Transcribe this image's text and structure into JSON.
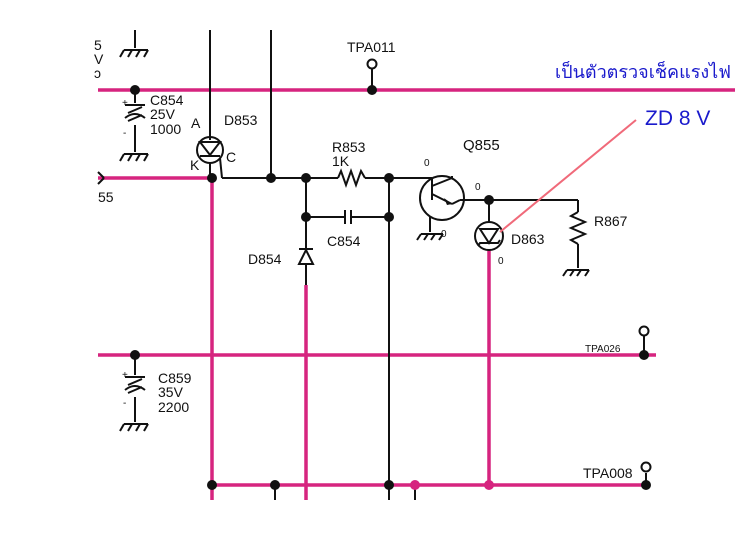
{
  "labels": {
    "tpa011": "TPA011",
    "tpa026": "TPA026",
    "tpa008": "TPA008",
    "thai_note": "เป็นตัวตรวจเช็คแรงไฟ",
    "zd_note": "ZD 8 V",
    "c854_name": "C854",
    "c854_volt": "25V",
    "c854_cap": "1000",
    "d853": "D853",
    "d853_a": "A",
    "d853_k": "K",
    "d853_c": "C",
    "r853_name": "R853",
    "r853_val": "1K",
    "q855": "Q855",
    "d854": "D854",
    "c854b": "C854",
    "d863": "D863",
    "r867": "R867",
    "c859_name": "C859",
    "c859_volt": "35V",
    "c859_cap": "2200",
    "left_5": "5",
    "left_v": "V",
    "left_o": "ɔ",
    "left_55": "55",
    "plus1": "+",
    "minus1": "-",
    "plus2": "+",
    "minus2": "-",
    "zero_base": "0",
    "zero_collector": "0",
    "zero_emitter": "0",
    "zero_d863": "0"
  },
  "colors": {
    "wire": "#111111",
    "highlight_wire": "#d6247f",
    "note_text": "#1a1acc",
    "pointer_line": "#f06a7a"
  }
}
